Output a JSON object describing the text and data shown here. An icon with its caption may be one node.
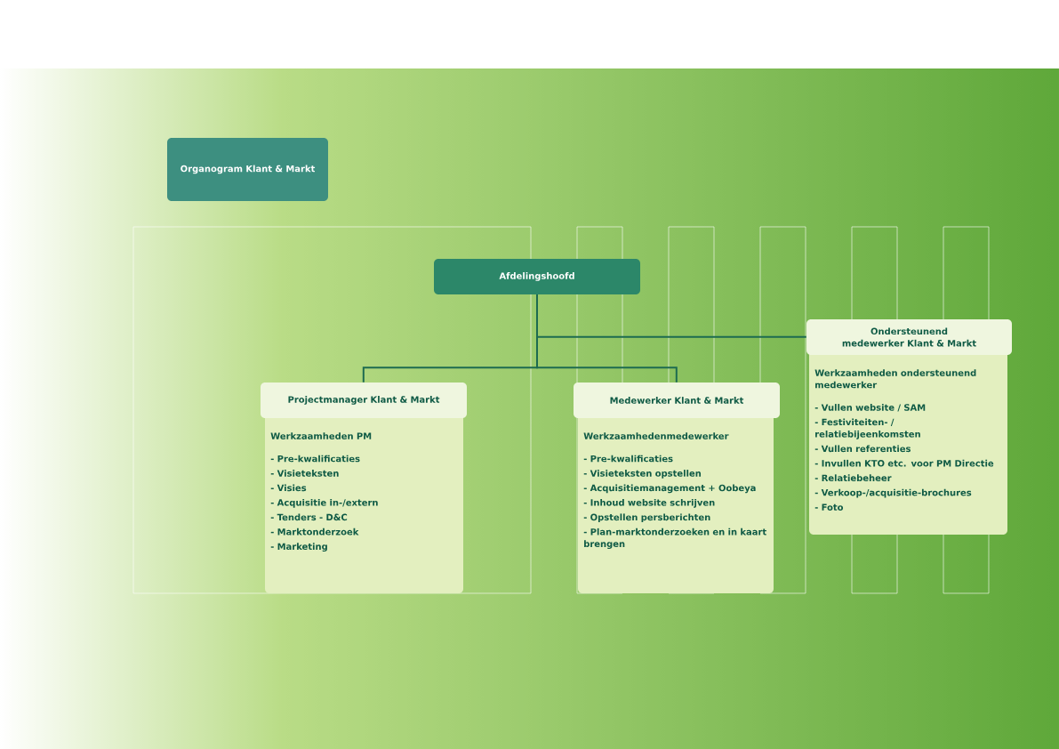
{
  "diagram": {
    "nodes": [
      {
        "text": [
          "Organogram Klant & Markt"
        ]
      },
      {
        "text": [
          "Afdelingshoofd"
        ]
      },
      {
        "text": [
          "Projectmanager Klant & Markt",
          "Werkzaamheden PM",
          "- Pre-kwalificaties",
          "- Visieteksten",
          "- Visies",
          "- Acquisitie in-/extern",
          "- Tenders - D&C",
          "- Marktonderzoek",
          "- Marketing"
        ]
      },
      {
        "text": [
          "Medewerker Klant & Markt",
          "Werkzaamhedenmedewerker",
          "- Pre-kwalificaties",
          "- Visieteksten opstellen",
          "- Acquisitiemanagement + Oobeya",
          "- Inhoud website schrijven",
          "- Opstellen persberichten",
          "- Plan-marktonderzoeken en in kaart brengen"
        ]
      },
      {
        "text": [
          "Ondersteunend medewerker Klant & Markt",
          "Werkzaamheden ondersteunend medewerker",
          "- Vullen website / SAM",
          "- Festiviteiten- / relatiebijeenkomsten",
          "- Vullen referenties",
          "- Invullen KTO etc. voor PM Directie",
          "- Relatiebeheer",
          "- Verkoop-/acquisitie-brochures",
          "- Foto"
        ]
      }
    ],
    "edges": [
      {
        "from": 1,
        "to": 2,
        "arrow": "none"
      },
      {
        "from": 1,
        "to": 3,
        "arrow": "none"
      },
      {
        "from": 1,
        "to": 4,
        "arrow": "none"
      }
    ]
  }
}
